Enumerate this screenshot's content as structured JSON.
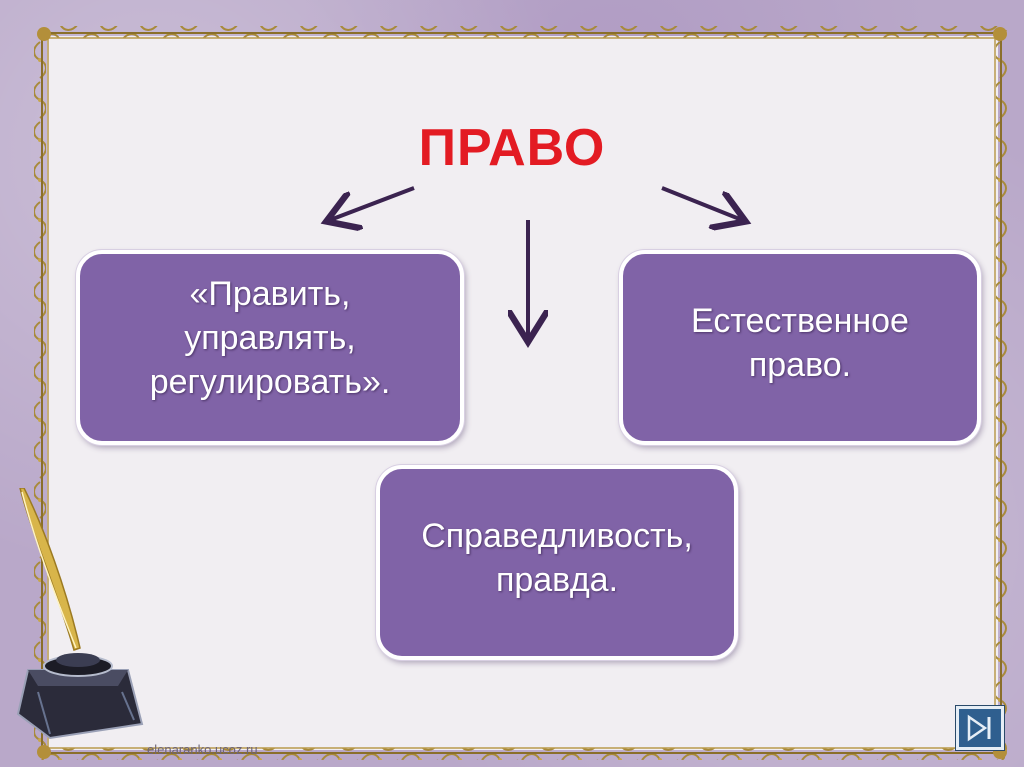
{
  "title": "ПРАВО",
  "boxes": {
    "left": "«Править,\nуправлять,\nрегулировать».",
    "right": "Естественное\nправо.",
    "bottom": "Справедливость,\nправда."
  },
  "footer": "elenaranko.ucoz.ru",
  "colors": {
    "title": "#e31b23",
    "box_fill": "#8063a7",
    "arrow": "#3b2350",
    "frame_gold": "#a88a3a"
  },
  "icons": {
    "nav": "skip-to-end-icon",
    "decoration": "quill-inkwell-icon"
  }
}
